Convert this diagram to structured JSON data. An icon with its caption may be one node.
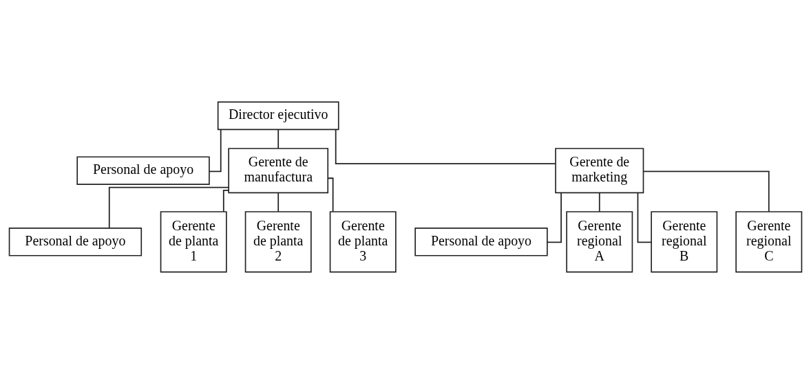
{
  "diagram": {
    "nodes": [
      {
        "text": [
          "Director ejecutivo"
        ]
      },
      {
        "text": [
          "Personal de apoyo"
        ]
      },
      {
        "text": [
          "Gerente de manufactura"
        ]
      },
      {
        "text": [
          "Gerente de marketing"
        ]
      },
      {
        "text": [
          "Personal de apoyo"
        ]
      },
      {
        "text": [
          "Gerente de planta 1"
        ]
      },
      {
        "text": [
          "Gerente de planta 2"
        ]
      },
      {
        "text": [
          "Gerente de planta 3"
        ]
      },
      {
        "text": [
          "Personal de apoyo"
        ]
      },
      {
        "text": [
          "Gerente regional A"
        ]
      },
      {
        "text": [
          "Gerente regional B"
        ]
      },
      {
        "text": [
          "Gerente regional C"
        ]
      }
    ],
    "edges": [
      {
        "from": 0,
        "to": 1,
        "arrow": "none"
      },
      {
        "from": 0,
        "to": 2,
        "arrow": "none"
      },
      {
        "from": 0,
        "to": 3,
        "arrow": "none"
      },
      {
        "from": 2,
        "to": 4,
        "arrow": "none"
      },
      {
        "from": 2,
        "to": 5,
        "arrow": "none"
      },
      {
        "from": 2,
        "to": 6,
        "arrow": "none"
      },
      {
        "from": 2,
        "to": 7,
        "arrow": "none"
      },
      {
        "from": 3,
        "to": 8,
        "arrow": "none"
      },
      {
        "from": 3,
        "to": 9,
        "arrow": "none"
      },
      {
        "from": 3,
        "to": 10,
        "arrow": "none"
      },
      {
        "from": 3,
        "to": 11,
        "arrow": "none"
      }
    ]
  }
}
